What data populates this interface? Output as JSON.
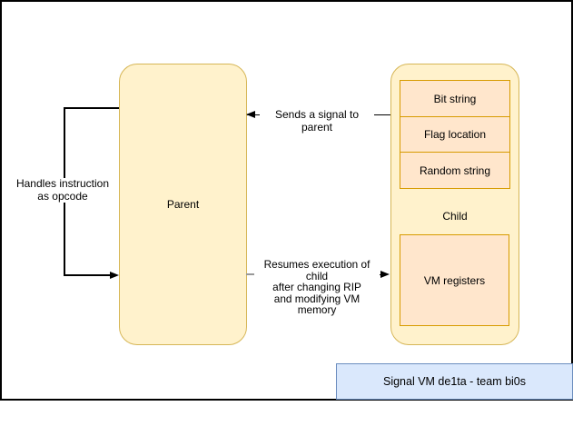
{
  "diagram": {
    "parent": {
      "label": "Parent"
    },
    "child": {
      "label": "Child",
      "rows": [
        "Bit string",
        "Flag location",
        "Random string"
      ],
      "vm_registers_label": "VM registers"
    },
    "edges": {
      "signal_label": "Sends a signal to parent",
      "resume_lines": [
        "Resumes execution of child",
        "after changing RIP",
        "and modifying VM memory"
      ],
      "handles_lines": [
        "Handles instruction",
        "as opcode"
      ]
    },
    "title": "Signal VM de1ta - team bi0s",
    "colors": {
      "node_fill": "#FFF2CC",
      "node_stroke": "#D6B656",
      "cell_fill": "#FFE6CC",
      "cell_stroke": "#D79B00",
      "title_fill": "#DAE8FC",
      "title_stroke": "#6C8EBF",
      "edge_color": "#000000",
      "edge_stub_gray": "#999999"
    }
  }
}
